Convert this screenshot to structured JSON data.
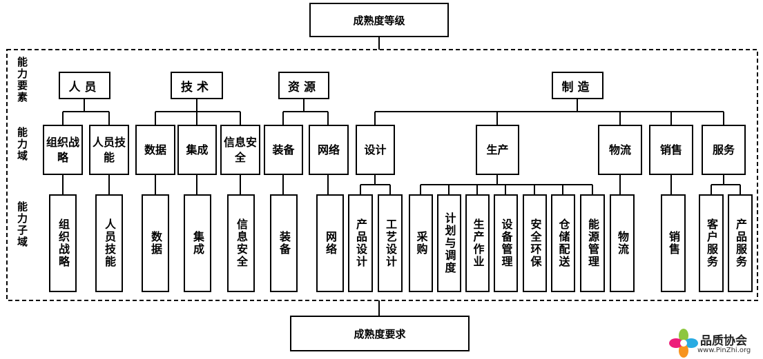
{
  "top_box": "成熟度等级",
  "bottom_box": "成熟度要求",
  "side_labels": {
    "elements": "能力要素",
    "domains": "能力域",
    "subdomains": "能力子域"
  },
  "categories": {
    "personnel": "人员",
    "technology": "技术",
    "resources": "资源",
    "manufacturing": "制造"
  },
  "domains": {
    "org_strategy": "组织战略",
    "personnel_skills": "人员技能",
    "data": "数据",
    "integration": "集成",
    "info_security": "信息安全",
    "equipment": "装备",
    "network": "网络",
    "design": "设计",
    "production": "生产",
    "logistics": "物流",
    "sales": "销售",
    "service": "服务"
  },
  "subdomains": {
    "org_strategy": "组织战略",
    "personnel_skills": "人员技能",
    "data": "数据",
    "integration": "集成",
    "info_security": "信息安全",
    "equipment": "装备",
    "network": "网络",
    "product_design": "产品设计",
    "process_design": "工艺设计",
    "procurement": "采购",
    "planning": "计划与调度",
    "operations": "生产作业",
    "equipment_mgmt": "设备管理",
    "safety_env": "安全环保",
    "warehouse": "仓储配送",
    "energy_mgmt": "能源管理",
    "logistics": "物流",
    "sales": "销售",
    "customer_service": "客户服务",
    "product_service": "产品服务"
  },
  "watermark": {
    "name": "品质协会",
    "url": "www.PinZhi.org"
  }
}
